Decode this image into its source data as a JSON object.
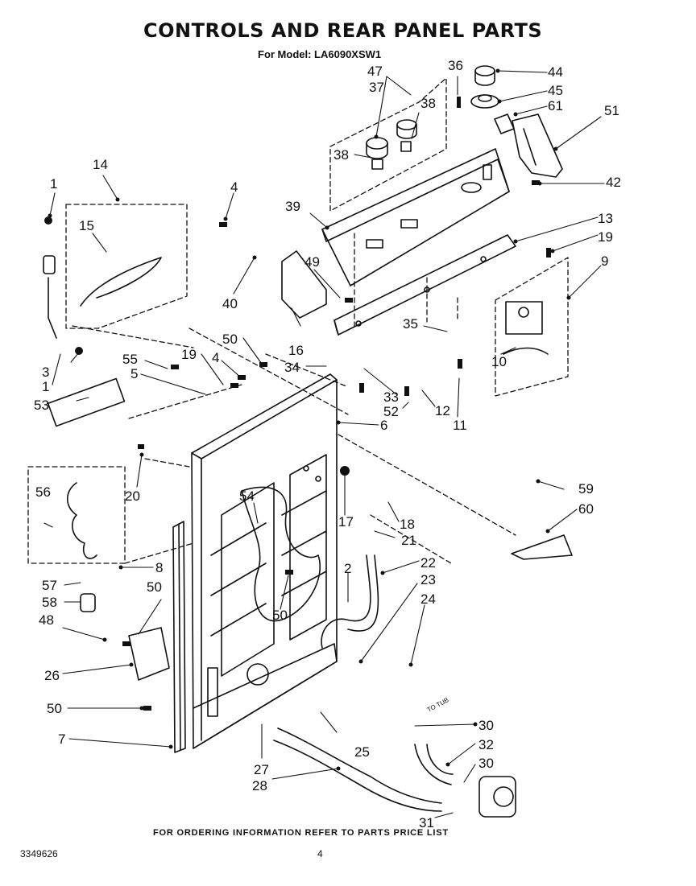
{
  "header": {
    "title": "CONTROLS AND REAR PANEL PARTS",
    "subtitle": "For Model: LA6090XSW1"
  },
  "footer": {
    "note": "FOR ORDERING INFORMATION REFER TO PARTS PRICE LIST",
    "doc_number": "3349626",
    "page_number": "4"
  },
  "diagram": {
    "annotations": {
      "to_tub": "TO TUB"
    },
    "callouts": [
      "1",
      "1",
      "2",
      "3",
      "4",
      "4",
      "5",
      "6",
      "7",
      "8",
      "9",
      "10",
      "11",
      "12",
      "13",
      "14",
      "15",
      "16",
      "17",
      "18",
      "19",
      "19",
      "20",
      "21",
      "22",
      "23",
      "24",
      "25",
      "26",
      "27",
      "28",
      "30",
      "30",
      "31",
      "32",
      "33",
      "34",
      "35",
      "36",
      "37",
      "38",
      "38",
      "39",
      "40",
      "42",
      "44",
      "45",
      "47",
      "48",
      "49",
      "50",
      "50",
      "50",
      "50",
      "51",
      "52",
      "53",
      "54",
      "55",
      "56",
      "57",
      "58",
      "59",
      "60",
      "61"
    ]
  }
}
